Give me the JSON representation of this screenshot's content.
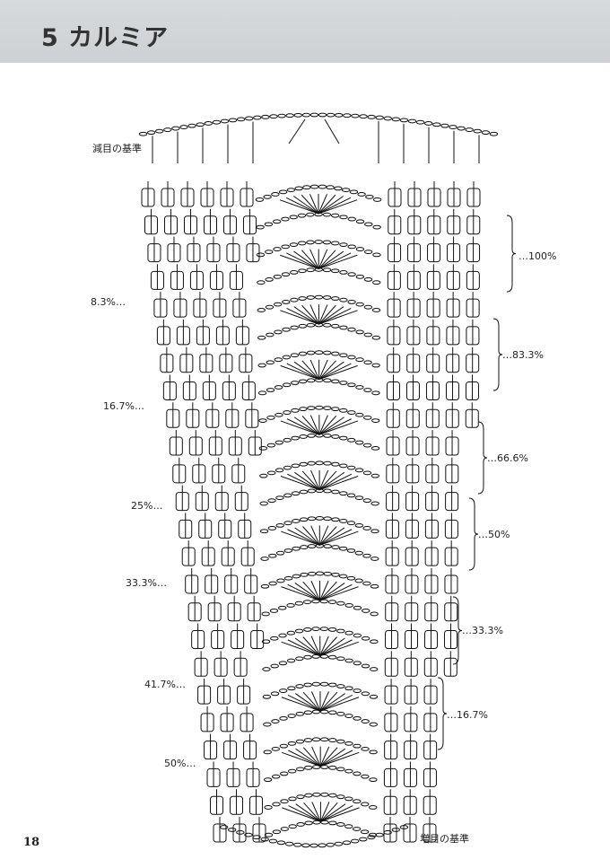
{
  "header": {
    "title": "5 カルミア"
  },
  "labels": {
    "decrease_basis": "減目の基準",
    "increase_basis": "増目の基準",
    "left": [
      "8.3%…",
      "16.7%…",
      "25%…",
      "33.3%…",
      "41.7%…",
      "50%…"
    ],
    "right": [
      "…100%",
      "…83.3%",
      "…66.6%",
      "…50%",
      "…33.3%",
      "…16.7%"
    ]
  },
  "page_number": "18"
}
